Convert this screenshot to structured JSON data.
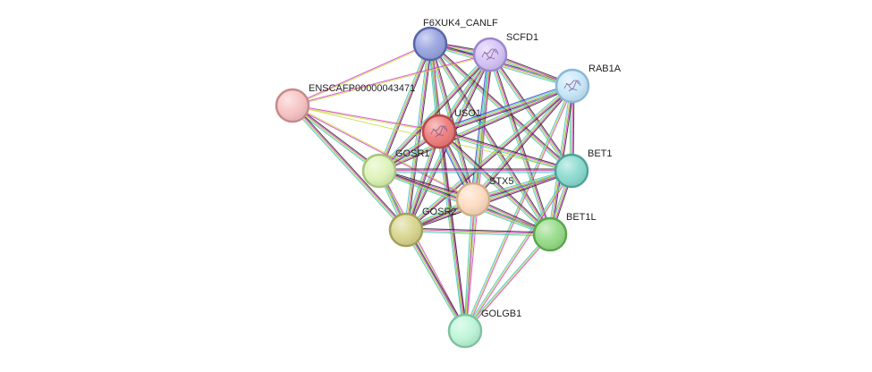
{
  "network": {
    "nodes": [
      {
        "id": "F6XUK4_CANLF",
        "label": "F6XUK4_CANLF",
        "fill": "#98A4E0",
        "stroke": "#5A66A8",
        "structure": false
      },
      {
        "id": "SCFD1",
        "label": "SCFD1",
        "fill": "#D5C4F7",
        "stroke": "#9C86D0",
        "structure": true
      },
      {
        "id": "RAB1A",
        "label": "RAB1A",
        "fill": "#C8E8FA",
        "stroke": "#8AB8D6",
        "structure": true
      },
      {
        "id": "ENSCAFP00000043471",
        "label": "ENSCAFP00000043471",
        "fill": "#F7C4C4",
        "stroke": "#C78A8A",
        "structure": false
      },
      {
        "id": "USO1",
        "label": "USO1",
        "fill": "#EE7D7D",
        "stroke": "#B84848",
        "structure": true
      },
      {
        "id": "GOSR1",
        "label": "GOSR1",
        "fill": "#DDF4B8",
        "stroke": "#A9C47E",
        "structure": false
      },
      {
        "id": "BET1",
        "label": "BET1",
        "fill": "#8CDBD0",
        "stroke": "#4FA398",
        "structure": false
      },
      {
        "id": "STX5",
        "label": "STX5",
        "fill": "#FDDCC0",
        "stroke": "#D3AC88",
        "structure": false
      },
      {
        "id": "GOSR2",
        "label": "GOSR2",
        "fill": "#D9D690",
        "stroke": "#A3A05A",
        "structure": false
      },
      {
        "id": "BET1L",
        "label": "BET1L",
        "fill": "#96DC88",
        "stroke": "#5AA64D",
        "structure": false
      },
      {
        "id": "GOLGB1",
        "label": "GOLGB1",
        "fill": "#BDF6D8",
        "stroke": "#7FC2A0",
        "structure": false
      }
    ],
    "edges": [
      {
        "a": "F6XUK4_CANLF",
        "b": "SCFD1",
        "channels": [
          "#222222",
          "#D63ACF",
          "#C7D93A",
          "#3AC6C6",
          "#3A3ACF"
        ]
      },
      {
        "a": "F6XUK4_CANLF",
        "b": "RAB1A",
        "channels": [
          "#222222",
          "#D63ACF",
          "#C7D93A",
          "#3AC6C6"
        ]
      },
      {
        "a": "F6XUK4_CANLF",
        "b": "USO1",
        "channels": [
          "#222222",
          "#D63ACF",
          "#C7D93A",
          "#3AC6C6"
        ]
      },
      {
        "a": "F6XUK4_CANLF",
        "b": "GOSR1",
        "channels": [
          "#222222",
          "#D63ACF",
          "#C7D93A",
          "#3AC6C6"
        ]
      },
      {
        "a": "F6XUK4_CANLF",
        "b": "BET1",
        "channels": [
          "#222222",
          "#D63ACF",
          "#C7D93A",
          "#3AC6C6"
        ]
      },
      {
        "a": "F6XUK4_CANLF",
        "b": "STX5",
        "channels": [
          "#222222",
          "#D63ACF",
          "#C7D93A",
          "#3AC6C6"
        ]
      },
      {
        "a": "F6XUK4_CANLF",
        "b": "GOSR2",
        "channels": [
          "#222222",
          "#D63ACF",
          "#C7D93A",
          "#3AC6C6"
        ]
      },
      {
        "a": "F6XUK4_CANLF",
        "b": "BET1L",
        "channels": [
          "#222222",
          "#D63ACF",
          "#C7D93A",
          "#3AC6C6"
        ]
      },
      {
        "a": "F6XUK4_CANLF",
        "b": "GOLGB1",
        "channels": [
          "#D63ACF",
          "#C7D93A",
          "#3AC6C6"
        ]
      },
      {
        "a": "F6XUK4_CANLF",
        "b": "ENSCAFP00000043471",
        "channels": [
          "#C7D93A",
          "#D63ACF"
        ]
      },
      {
        "a": "SCFD1",
        "b": "RAB1A",
        "channels": [
          "#222222",
          "#D63ACF",
          "#C7D93A",
          "#3AC6C6"
        ]
      },
      {
        "a": "SCFD1",
        "b": "USO1",
        "channels": [
          "#222222",
          "#D63ACF",
          "#C7D93A",
          "#3AC6C6"
        ]
      },
      {
        "a": "SCFD1",
        "b": "GOSR1",
        "channels": [
          "#222222",
          "#D63ACF",
          "#C7D93A",
          "#3AC6C6"
        ]
      },
      {
        "a": "SCFD1",
        "b": "BET1",
        "channels": [
          "#222222",
          "#D63ACF",
          "#C7D93A",
          "#3AC6C6"
        ]
      },
      {
        "a": "SCFD1",
        "b": "STX5",
        "channels": [
          "#222222",
          "#D63ACF",
          "#C7D93A",
          "#3AC6C6",
          "#3A3ACF"
        ]
      },
      {
        "a": "SCFD1",
        "b": "GOSR2",
        "channels": [
          "#222222",
          "#D63ACF",
          "#C7D93A",
          "#3AC6C6"
        ]
      },
      {
        "a": "SCFD1",
        "b": "BET1L",
        "channels": [
          "#222222",
          "#D63ACF",
          "#C7D93A",
          "#3AC6C6"
        ]
      },
      {
        "a": "SCFD1",
        "b": "GOLGB1",
        "channels": [
          "#D63ACF",
          "#C7D93A",
          "#3AC6C6"
        ]
      },
      {
        "a": "SCFD1",
        "b": "ENSCAFP00000043471",
        "channels": [
          "#C7D93A",
          "#D63ACF"
        ]
      },
      {
        "a": "RAB1A",
        "b": "USO1",
        "channels": [
          "#222222",
          "#D63ACF",
          "#C7D93A",
          "#3AC6C6",
          "#3A3ACF"
        ]
      },
      {
        "a": "RAB1A",
        "b": "GOSR1",
        "channels": [
          "#222222",
          "#D63ACF",
          "#C7D93A",
          "#3AC6C6"
        ]
      },
      {
        "a": "RAB1A",
        "b": "BET1",
        "channels": [
          "#222222",
          "#D63ACF",
          "#C7D93A",
          "#3AC6C6"
        ]
      },
      {
        "a": "RAB1A",
        "b": "STX5",
        "channels": [
          "#222222",
          "#D63ACF",
          "#C7D93A",
          "#3AC6C6"
        ]
      },
      {
        "a": "RAB1A",
        "b": "GOSR2",
        "channels": [
          "#222222",
          "#D63ACF",
          "#C7D93A",
          "#3AC6C6"
        ]
      },
      {
        "a": "RAB1A",
        "b": "BET1L",
        "channels": [
          "#222222",
          "#D63ACF",
          "#C7D93A",
          "#3AC6C6"
        ]
      },
      {
        "a": "RAB1A",
        "b": "GOLGB1",
        "channels": [
          "#D63ACF",
          "#C7D93A",
          "#3AC6C6"
        ]
      },
      {
        "a": "ENSCAFP00000043471",
        "b": "USO1",
        "channels": [
          "#D63ACF",
          "#C7D93A"
        ]
      },
      {
        "a": "ENSCAFP00000043471",
        "b": "GOSR1",
        "channels": [
          "#222222",
          "#D63ACF",
          "#C7D93A",
          "#3AC6C6"
        ]
      },
      {
        "a": "ENSCAFP00000043471",
        "b": "GOSR2",
        "channels": [
          "#222222",
          "#D63ACF",
          "#C7D93A",
          "#3AC6C6"
        ]
      },
      {
        "a": "ENSCAFP00000043471",
        "b": "STX5",
        "channels": [
          "#C7D93A",
          "#D63ACF"
        ]
      },
      {
        "a": "ENSCAFP00000043471",
        "b": "BET1",
        "channels": [
          "#C7D93A"
        ]
      },
      {
        "a": "USO1",
        "b": "GOSR1",
        "channels": [
          "#222222",
          "#D63ACF",
          "#C7D93A",
          "#3AC6C6"
        ]
      },
      {
        "a": "USO1",
        "b": "BET1",
        "channels": [
          "#222222",
          "#D63ACF",
          "#C7D93A",
          "#3AC6C6"
        ]
      },
      {
        "a": "USO1",
        "b": "STX5",
        "channels": [
          "#222222",
          "#D63ACF",
          "#C7D93A",
          "#3AC6C6",
          "#3A3ACF"
        ]
      },
      {
        "a": "USO1",
        "b": "GOSR2",
        "channels": [
          "#222222",
          "#D63ACF",
          "#C7D93A",
          "#3AC6C6"
        ]
      },
      {
        "a": "USO1",
        "b": "BET1L",
        "channels": [
          "#222222",
          "#D63ACF",
          "#C7D93A",
          "#3AC6C6"
        ]
      },
      {
        "a": "USO1",
        "b": "GOLGB1",
        "channels": [
          "#222222",
          "#D63ACF",
          "#C7D93A",
          "#3AC6C6"
        ]
      },
      {
        "a": "GOSR1",
        "b": "BET1",
        "channels": [
          "#222222",
          "#D63ACF",
          "#C7D93A",
          "#3AC6C6"
        ]
      },
      {
        "a": "GOSR1",
        "b": "STX5",
        "channels": [
          "#222222",
          "#D63ACF",
          "#C7D93A",
          "#3AC6C6"
        ]
      },
      {
        "a": "GOSR1",
        "b": "GOSR2",
        "channels": [
          "#222222",
          "#D63ACF",
          "#C7D93A",
          "#3AC6C6"
        ]
      },
      {
        "a": "GOSR1",
        "b": "BET1L",
        "channels": [
          "#222222",
          "#D63ACF",
          "#C7D93A",
          "#3AC6C6"
        ]
      },
      {
        "a": "GOSR1",
        "b": "GOLGB1",
        "channels": [
          "#D63ACF",
          "#C7D93A",
          "#3AC6C6"
        ]
      },
      {
        "a": "BET1",
        "b": "STX5",
        "channels": [
          "#222222",
          "#D63ACF",
          "#C7D93A",
          "#3AC6C6"
        ]
      },
      {
        "a": "BET1",
        "b": "GOSR2",
        "channels": [
          "#222222",
          "#D63ACF",
          "#C7D93A",
          "#3AC6C6"
        ]
      },
      {
        "a": "BET1",
        "b": "BET1L",
        "channels": [
          "#222222",
          "#D63ACF",
          "#C7D93A",
          "#3AC6C6"
        ]
      },
      {
        "a": "BET1",
        "b": "GOLGB1",
        "channels": [
          "#D63ACF",
          "#C7D93A",
          "#3AC6C6"
        ]
      },
      {
        "a": "STX5",
        "b": "GOSR2",
        "channels": [
          "#222222",
          "#D63ACF",
          "#C7D93A",
          "#3AC6C6"
        ]
      },
      {
        "a": "STX5",
        "b": "BET1L",
        "channels": [
          "#222222",
          "#D63ACF",
          "#C7D93A",
          "#3AC6C6"
        ]
      },
      {
        "a": "STX5",
        "b": "GOLGB1",
        "channels": [
          "#D63ACF",
          "#C7D93A",
          "#3AC6C6"
        ]
      },
      {
        "a": "GOSR2",
        "b": "BET1L",
        "channels": [
          "#222222",
          "#D63ACF",
          "#C7D93A",
          "#3AC6C6"
        ]
      },
      {
        "a": "GOSR2",
        "b": "GOLGB1",
        "channels": [
          "#222222",
          "#D63ACF",
          "#C7D93A",
          "#3AC6C6"
        ]
      },
      {
        "a": "BET1L",
        "b": "GOLGB1",
        "channels": [
          "#D63ACF",
          "#C7D93A",
          "#3AC6C6"
        ]
      }
    ]
  }
}
